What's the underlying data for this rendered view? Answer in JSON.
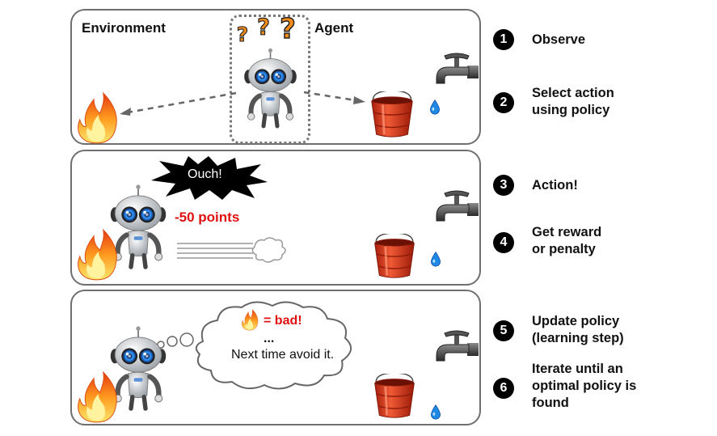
{
  "panel1": {
    "environment_label": "Environment",
    "agent_label": "Agent"
  },
  "panel2": {
    "ouch_text": "Ouch!",
    "points_text": "-50 points"
  },
  "panel3": {
    "thought_bad": "= bad!",
    "thought_dots": "...",
    "thought_next": "Next time avoid it."
  },
  "steps": [
    {
      "num": "1",
      "line1": "Observe",
      "line2": ""
    },
    {
      "num": "2",
      "line1": "Select action",
      "line2": "using policy"
    },
    {
      "num": "3",
      "line1": "Action!",
      "line2": ""
    },
    {
      "num": "4",
      "line1": "Get reward",
      "line2": "or penalty"
    },
    {
      "num": "5",
      "line1": "Update policy",
      "line2": "(learning step)"
    },
    {
      "num": "6",
      "line1": "Iterate until an",
      "line2": "optimal policy is",
      "line3": "found"
    }
  ],
  "colors": {
    "accent_red": "#e01010",
    "fire_orange": "#f57c00",
    "bucket_red": "#d93a1a",
    "water_blue": "#1e88e5"
  },
  "icons": [
    "fire-icon",
    "robot-icon",
    "bucket-icon",
    "faucet-icon",
    "water-drop-icon",
    "question-mark-icon",
    "explosion-icon",
    "dust-cloud-icon",
    "thought-cloud-icon"
  ]
}
